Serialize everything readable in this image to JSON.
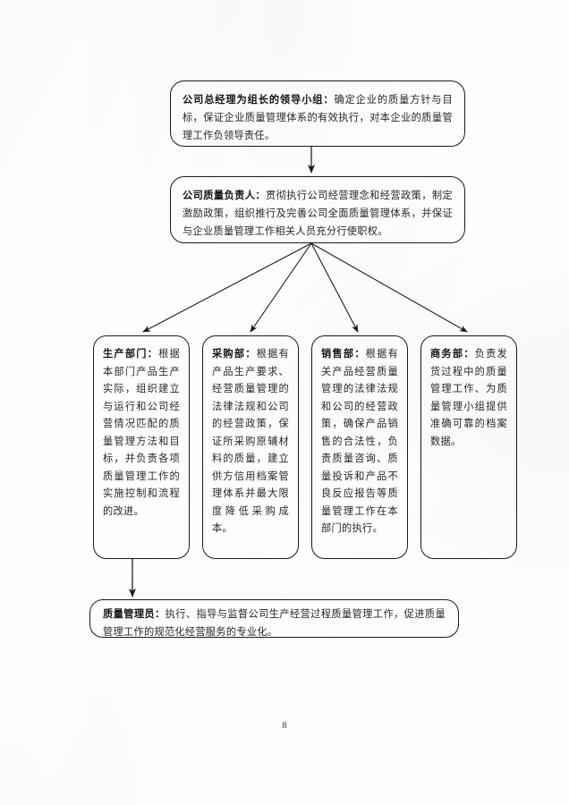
{
  "document": {
    "page_number": "8",
    "ink_color": "#1b1b1b",
    "paper_color": "#fdfdfd"
  },
  "diagram": {
    "type": "org-responsibility-flowchart",
    "nodes": {
      "leader_group": {
        "title": "公司总经理为组长的领导小组：",
        "body": "确定企业的质量方针与目标，保证企业质量管理体系的有效执行，对本企业的质量管理工作负领导责任。"
      },
      "quality_head": {
        "title": "公司质量负责人：",
        "body": "贯彻执行公司经营理念和经营政策，制定激励政策，组织推行及完善公司全面质量管理体系，并保证与企业质量管理工作相关人员充分行使职权。"
      },
      "dept_production": {
        "title": "生产部门：",
        "body": "根据本部门产品生产实际，组织建立与运行和公司经营情况匹配的质量管理方法和目标，并负责各项质量管理工作的实施控制和流程的改进。"
      },
      "dept_purchasing": {
        "title": "采购部：",
        "body": "根据有产品生产要求、经营质量管理的法律法规和公司的经营政策，保证所采购原辅材料的质量，建立供方信用档案管理体系并最大限度降低采购成本。"
      },
      "dept_sales": {
        "title": "销售部：",
        "body": "根据有关产品经营质量管理的法律法规和公司的经营政策，确保产品销售的合法性，负责质量咨询、质量投诉和产品不良反应报告等质量管理工作在本部门的执行。"
      },
      "dept_business": {
        "title": "商务部：",
        "body": "负责发货过程中的质量管理工作、为质量管理小组提供准确可靠的档案数据。"
      },
      "quality_officer": {
        "title": "质量管理员：",
        "body": "执行、指导与监督公司生产经营过程质量管理工作，促进质量管理工作的规范化经营服务的专业化。"
      }
    },
    "connectors": [
      {
        "name": "leader-group-to-quality-head",
        "from": "leader_group",
        "to": "quality_head",
        "style": "vertical-arrow"
      },
      {
        "name": "quality-head-to-production",
        "from": "quality_head",
        "to": "dept_production",
        "style": "diagonal-arrow"
      },
      {
        "name": "quality-head-to-purchasing",
        "from": "quality_head",
        "to": "dept_purchasing",
        "style": "diagonal-arrow"
      },
      {
        "name": "quality-head-to-sales",
        "from": "quality_head",
        "to": "dept_sales",
        "style": "diagonal-arrow"
      },
      {
        "name": "quality-head-to-business",
        "from": "quality_head",
        "to": "dept_business",
        "style": "diagonal-arrow"
      },
      {
        "name": "production-to-quality-officer",
        "from": "dept_production",
        "to": "quality_officer",
        "style": "vertical-arrow"
      }
    ]
  }
}
